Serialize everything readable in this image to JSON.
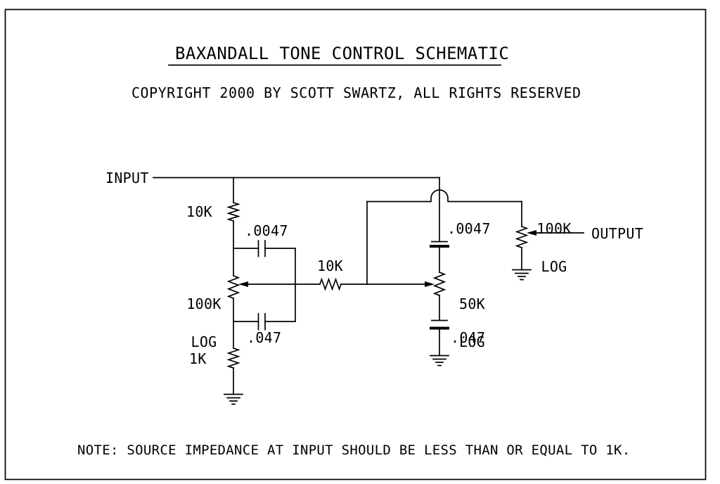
{
  "header": {
    "title": "BAXANDALL TONE CONTROL SCHEMATIC",
    "copyright": "COPYRIGHT 2000 BY SCOTT SWARTZ, ALL RIGHTS RESERVED"
  },
  "footer": {
    "note": "NOTE: SOURCE IMPEDANCE AT INPUT SHOULD BE LESS THAN OR EQUAL TO 1K."
  },
  "schematic": {
    "input_label": "INPUT",
    "output_label": "OUTPUT",
    "components": {
      "input_resistor": {
        "value": "10K"
      },
      "bass_cap_top": {
        "value": ".0047"
      },
      "bass_pot": {
        "value": "100K",
        "taper": "LOG"
      },
      "bass_cap_bottom": {
        "value": ".047"
      },
      "ground_leg_resistor": {
        "value": "1K"
      },
      "mid_resistor": {
        "value": "10K"
      },
      "treble_cap_top": {
        "value": ".0047"
      },
      "treble_pot": {
        "value": "50K",
        "taper": "LOG"
      },
      "treble_cap_bottom": {
        "value": ".047"
      },
      "output_pot": {
        "value": "100K",
        "taper": "LOG"
      }
    }
  },
  "colors": {
    "ink": "#000000",
    "background": "#ffffff"
  }
}
